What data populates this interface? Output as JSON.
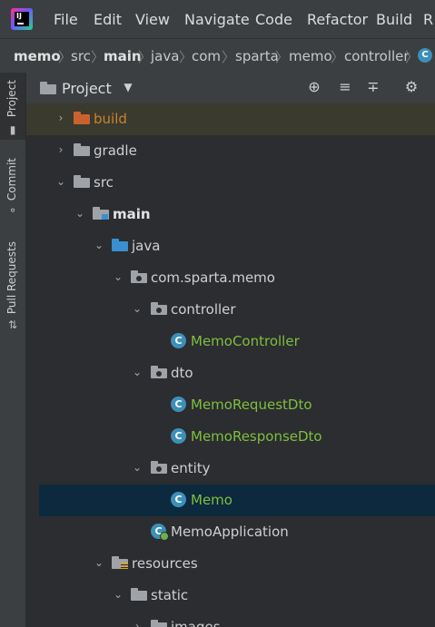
{
  "menubar": {
    "items": [
      "File",
      "Edit",
      "View",
      "Navigate",
      "Code",
      "Refactor",
      "Build",
      "R"
    ]
  },
  "breadcrumb": {
    "items": [
      "memo",
      "src",
      "main",
      "java",
      "com",
      "sparta",
      "memo",
      "controller"
    ],
    "separator": "〉"
  },
  "sidebar_strip": {
    "tabs": [
      {
        "label": "Project",
        "active": true,
        "icon": "folder-icon"
      },
      {
        "label": "Commit",
        "active": false,
        "icon": "commit-icon"
      },
      {
        "label": "Pull Requests",
        "active": false,
        "icon": "pull-request-icon"
      }
    ]
  },
  "panel": {
    "title": "Project",
    "icons": [
      "locate-icon",
      "expand-all-icon",
      "collapse-all-icon",
      "gear-icon"
    ]
  },
  "tree": {
    "rows": [
      {
        "label": "build",
        "chevron": "›",
        "icon": "folder-orange-icon"
      },
      {
        "label": "gradle",
        "chevron": "›",
        "icon": "folder-icon"
      },
      {
        "label": "src",
        "chevron": "⌄",
        "icon": "folder-icon"
      },
      {
        "label": "main",
        "chevron": "⌄",
        "icon": "source-root-folder-icon"
      },
      {
        "label": "java",
        "chevron": "⌄",
        "icon": "folder-blue-icon"
      },
      {
        "label": "com.sparta.memo",
        "chevron": "⌄",
        "icon": "package-icon"
      },
      {
        "label": "controller",
        "chevron": "⌄",
        "icon": "package-icon"
      },
      {
        "label": "MemoController",
        "chevron": "",
        "icon": "class-icon",
        "glyph": "C"
      },
      {
        "label": "dto",
        "chevron": "⌄",
        "icon": "package-icon"
      },
      {
        "label": "MemoRequestDto",
        "chevron": "",
        "icon": "class-icon",
        "glyph": "C"
      },
      {
        "label": "MemoResponseDto",
        "chevron": "",
        "icon": "class-icon",
        "glyph": "C"
      },
      {
        "label": "entity",
        "chevron": "⌄",
        "icon": "package-icon"
      },
      {
        "label": "Memo",
        "chevron": "",
        "icon": "class-icon",
        "glyph": "C"
      },
      {
        "label": "MemoApplication",
        "chevron": "",
        "icon": "spring-app-class-icon",
        "glyph": "C"
      },
      {
        "label": "resources",
        "chevron": "⌄",
        "icon": "resources-folder-icon"
      },
      {
        "label": "static",
        "chevron": "⌄",
        "icon": "folder-icon"
      },
      {
        "label": "images",
        "chevron": "›",
        "icon": "folder-icon"
      }
    ]
  },
  "colors": {
    "accent_selection": "#0d293e",
    "excluded_row": "#3b3a2e",
    "modified_file_text": "#7fbf3e",
    "excluded_text": "#c9822f",
    "class_icon": "#3d8fb8"
  }
}
